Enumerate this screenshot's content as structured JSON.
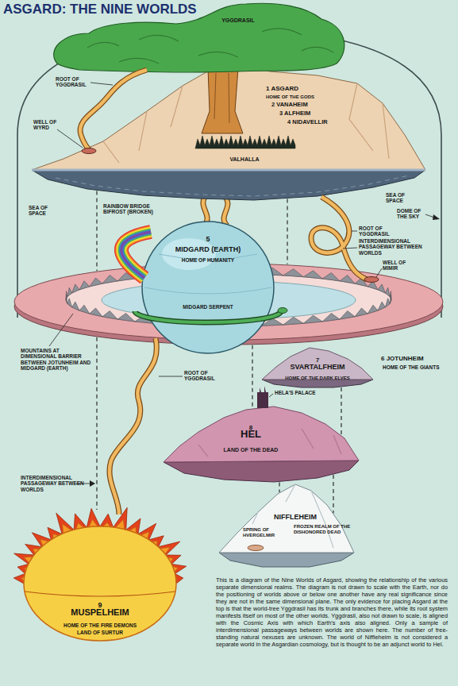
{
  "diagram": {
    "title": "ASGARD: THE NINE WORLDS",
    "caption": "This is a diagram of the Nine Worlds of Asgard, showing the relationship of the various separate dimensional realms. The diagram is not drawn to scale with the Earth, nor do the positioning of worlds above or below one another have any real significance since they are not in the same dimensional plane. The only evidence for placing Asgard at the top is that the world-tree Yggdrasil has its trunk and branches there, while its root system manifests itself on most of the other worlds. Yggdrasil, also not drawn to scale, is aligned with the Cosmic Axis with which Earth's axis also aligned. Only a sample of interdimensional passageways between worlds are shown here. The number of free-standing natural nexuses are unknown. The world of Niffleheim is not considered a separate world in the Asgardian cosmology, but is thought to be an adjunct world to Hel.",
    "nodes": [
      {
        "text": [
          "YGGDRASIL"
        ]
      },
      {
        "text": [
          "1 ASGARD",
          "HOME OF THE GODS",
          "2 VANAHEIM",
          "3 ALFHEIM",
          "4 NIDAVELLIR",
          "VALHALLA"
        ]
      },
      {
        "text": [
          "5",
          "MIDGARD (EARTH)",
          "HOME OF HUMANITY"
        ]
      },
      {
        "text": [
          "6 JOTUNHEIM",
          "HOME OF THE GIANTS"
        ]
      },
      {
        "text": [
          "7",
          "SVARTALFHEIM",
          "HOME OF THE DARK ELVES"
        ]
      },
      {
        "text": [
          "8",
          "HEL",
          "LAND OF THE DEAD"
        ]
      },
      {
        "text": [
          "NIFFLEHEIM",
          "SPRING OF HVERGELMIR",
          "FROZEN REALM OF THE DISHONORED DEAD"
        ]
      },
      {
        "text": [
          "9",
          "MUSPELHEIM",
          "HOME OF THE FIRE DEMONS",
          "LAND OF SURTUR"
        ]
      }
    ],
    "edges": [
      {
        "from": 1,
        "to": 3,
        "arrow": "none"
      },
      {
        "from": 1,
        "to": 3,
        "arrow": "none"
      },
      {
        "from": 3,
        "to": 7,
        "arrow": "none"
      },
      {
        "from": 3,
        "to": 5,
        "arrow": "none"
      },
      {
        "from": 4,
        "to": 5,
        "arrow": "none"
      },
      {
        "from": 5,
        "to": 6,
        "arrow": "none"
      },
      {
        "from": 5,
        "to": 6,
        "arrow": "none"
      }
    ],
    "labels": [
      "ROOT OF YGGDRASIL",
      "WELL OF WYRD",
      "SEA OF SPACE",
      "RAINBOW BRIDGE BIFROST (BROKEN)",
      "SEA OF SPACE",
      "DOME OF THE SKY",
      "ROOT OF YGGDRASIL",
      "INTERDIMENSIONAL PASSAGEWAY BETWEEN WORLDS",
      "WELL OF MIMIR",
      "MIDGARD SERPENT",
      "MOUNTAINS AT DIMENSIONAL BARRIER BETWEEN JOTUNHEIM AND MIDGARD (EARTH)",
      "ROOT OF YGGDRASIL",
      "HELA'S PALACE",
      "INTERDIMENSIONAL PASSAGEWAY BETWEEN WORLDS"
    ]
  }
}
